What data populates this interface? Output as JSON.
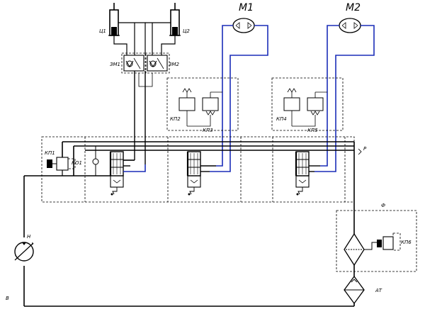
{
  "labels": {
    "ts1": "Ц1",
    "ts2": "Ц2",
    "zm1": "ЗМ1",
    "zm2": "ЗМ2",
    "m1": "М1",
    "m2": "М2",
    "kp1": "КП1",
    "ko1": "КО1",
    "kp2": "КП2",
    "kp3": "КП3",
    "kp4": "КП4",
    "kp5": "КП5",
    "kp6": "КП6",
    "p": "Р",
    "n": "Н",
    "v": "В",
    "at": "АТ",
    "f": "Ф"
  },
  "colors": {
    "lines": "#000000",
    "motor_lines": "#1a2db8"
  }
}
